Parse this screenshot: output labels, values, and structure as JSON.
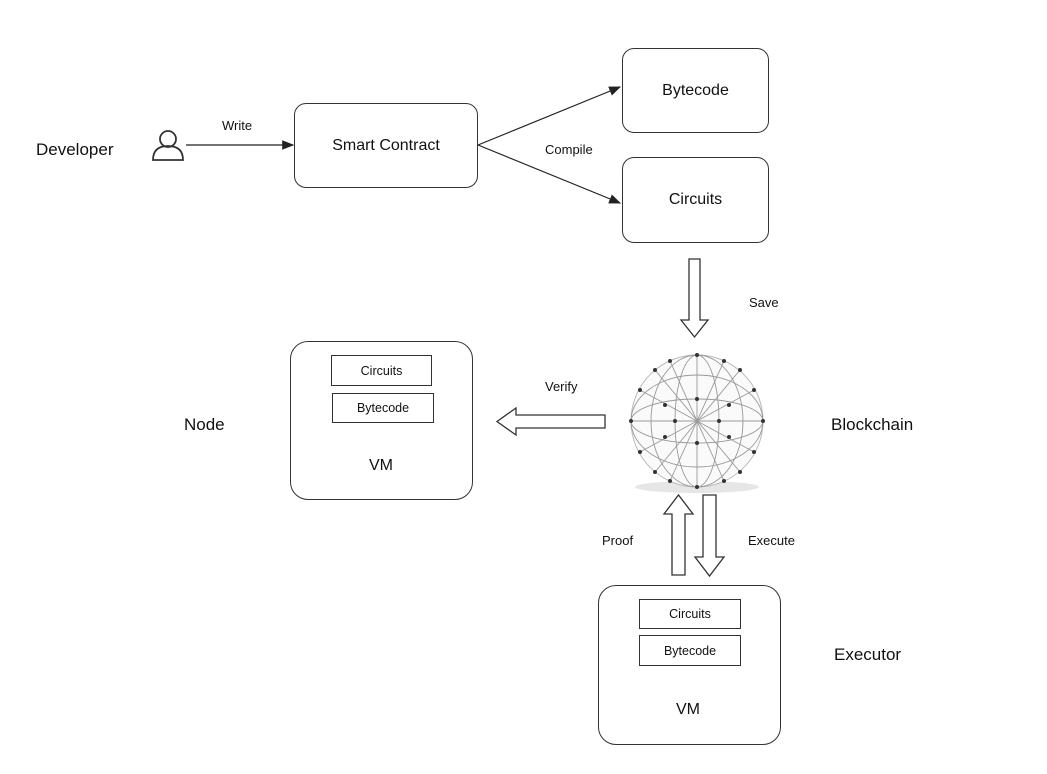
{
  "actors": {
    "developer": "Developer",
    "node": "Node",
    "blockchain": "Blockchain",
    "executor": "Executor"
  },
  "boxes": {
    "smart_contract": "Smart Contract",
    "bytecode": "Bytecode",
    "circuits": "Circuits"
  },
  "edges": {
    "write": "Write",
    "compile": "Compile",
    "save": "Save",
    "verify": "Verify",
    "proof": "Proof",
    "execute": "Execute"
  },
  "node_vm": {
    "circuits": "Circuits",
    "bytecode": "Bytecode",
    "vm": "VM"
  },
  "executor_vm": {
    "circuits": "Circuits",
    "bytecode": "Bytecode",
    "vm": "VM"
  }
}
